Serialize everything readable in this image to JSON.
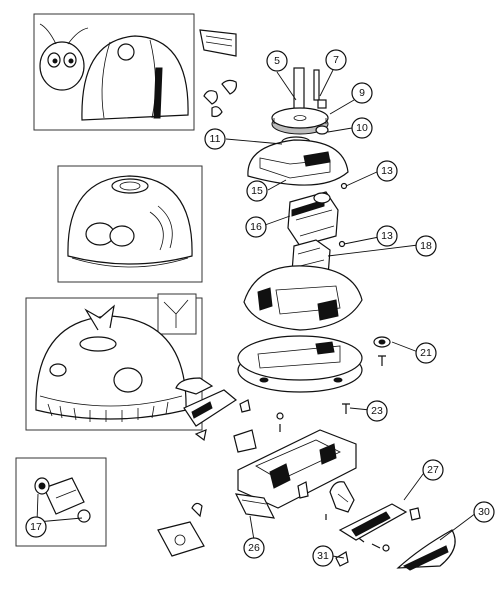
{
  "callouts": [
    {
      "id": "c5",
      "label": "5"
    },
    {
      "id": "c7",
      "label": "7"
    },
    {
      "id": "c9",
      "label": "9"
    },
    {
      "id": "c10",
      "label": "10"
    },
    {
      "id": "c11",
      "label": "11"
    },
    {
      "id": "c13a",
      "label": "13"
    },
    {
      "id": "c15",
      "label": "15"
    },
    {
      "id": "c16",
      "label": "16"
    },
    {
      "id": "c13b",
      "label": "13"
    },
    {
      "id": "c18",
      "label": "18"
    },
    {
      "id": "c21",
      "label": "21"
    },
    {
      "id": "c23",
      "label": "23"
    },
    {
      "id": "c27",
      "label": "27"
    },
    {
      "id": "c30",
      "label": "30"
    },
    {
      "id": "c26",
      "label": "26"
    },
    {
      "id": "c31",
      "label": "31"
    },
    {
      "id": "c17",
      "label": "17"
    }
  ],
  "colors": {
    "line": "#111111",
    "background": "#ffffff",
    "shade": "#bdbdbd"
  }
}
